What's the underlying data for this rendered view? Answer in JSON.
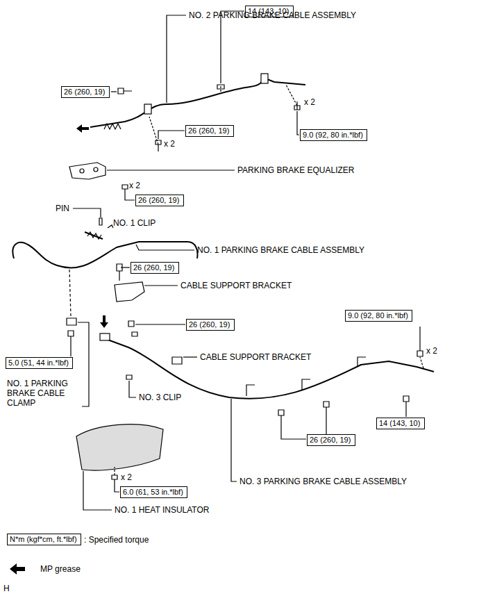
{
  "diagram": {
    "nodes": [
      {
        "text": [
          "14 (143, 10)"
        ]
      },
      {
        "text": [
          "26 (260, 19)"
        ]
      },
      {
        "text": [
          "26 (260, 19)"
        ]
      },
      {
        "text": [
          "9.0 (92, 80 in.*lbf)"
        ]
      },
      {
        "text": [
          "26 (260, 19)"
        ]
      },
      {
        "text": [
          "26 (260, 19)"
        ]
      },
      {
        "text": [
          "26 (260, 19)"
        ]
      },
      {
        "text": [
          "9.0 (92, 80 in.*lbf)"
        ]
      },
      {
        "text": [
          "5.0 (51, 44 in.*lbf)"
        ]
      },
      {
        "text": [
          "14 (143, 10)"
        ]
      },
      {
        "text": [
          "26 (260, 19)"
        ]
      },
      {
        "text": [
          "6.0 (61, 53 in.*lbf)"
        ]
      },
      {
        "text": [
          "N*m (kgf*cm, ft.*lbf)"
        ]
      }
    ],
    "edges": [],
    "labels": [
      "NO. 2 PARKING BRAKE CABLE ASSEMBLY",
      "x 2",
      "x 2",
      "PARKING BRAKE EQUALIZER",
      "x 2",
      "PIN",
      "NO. 1 CLIP",
      "NO. 1 PARKING BRAKE CABLE ASSEMBLY",
      "CABLE SUPPORT BRACKET",
      "CABLE SUPPORT BRACKET",
      "x 2",
      "NO. 1 PARKING BRAKE CABLE CLAMP",
      "NO. 3 CLIP",
      "NO. 3 PARKING BRAKE CABLE ASSEMBLY",
      "x 2",
      "NO. 1 HEAT INSULATOR",
      "H"
    ],
    "legend": [
      {
        "text": ": Specified torque"
      },
      {
        "text": "MP grease"
      }
    ]
  }
}
